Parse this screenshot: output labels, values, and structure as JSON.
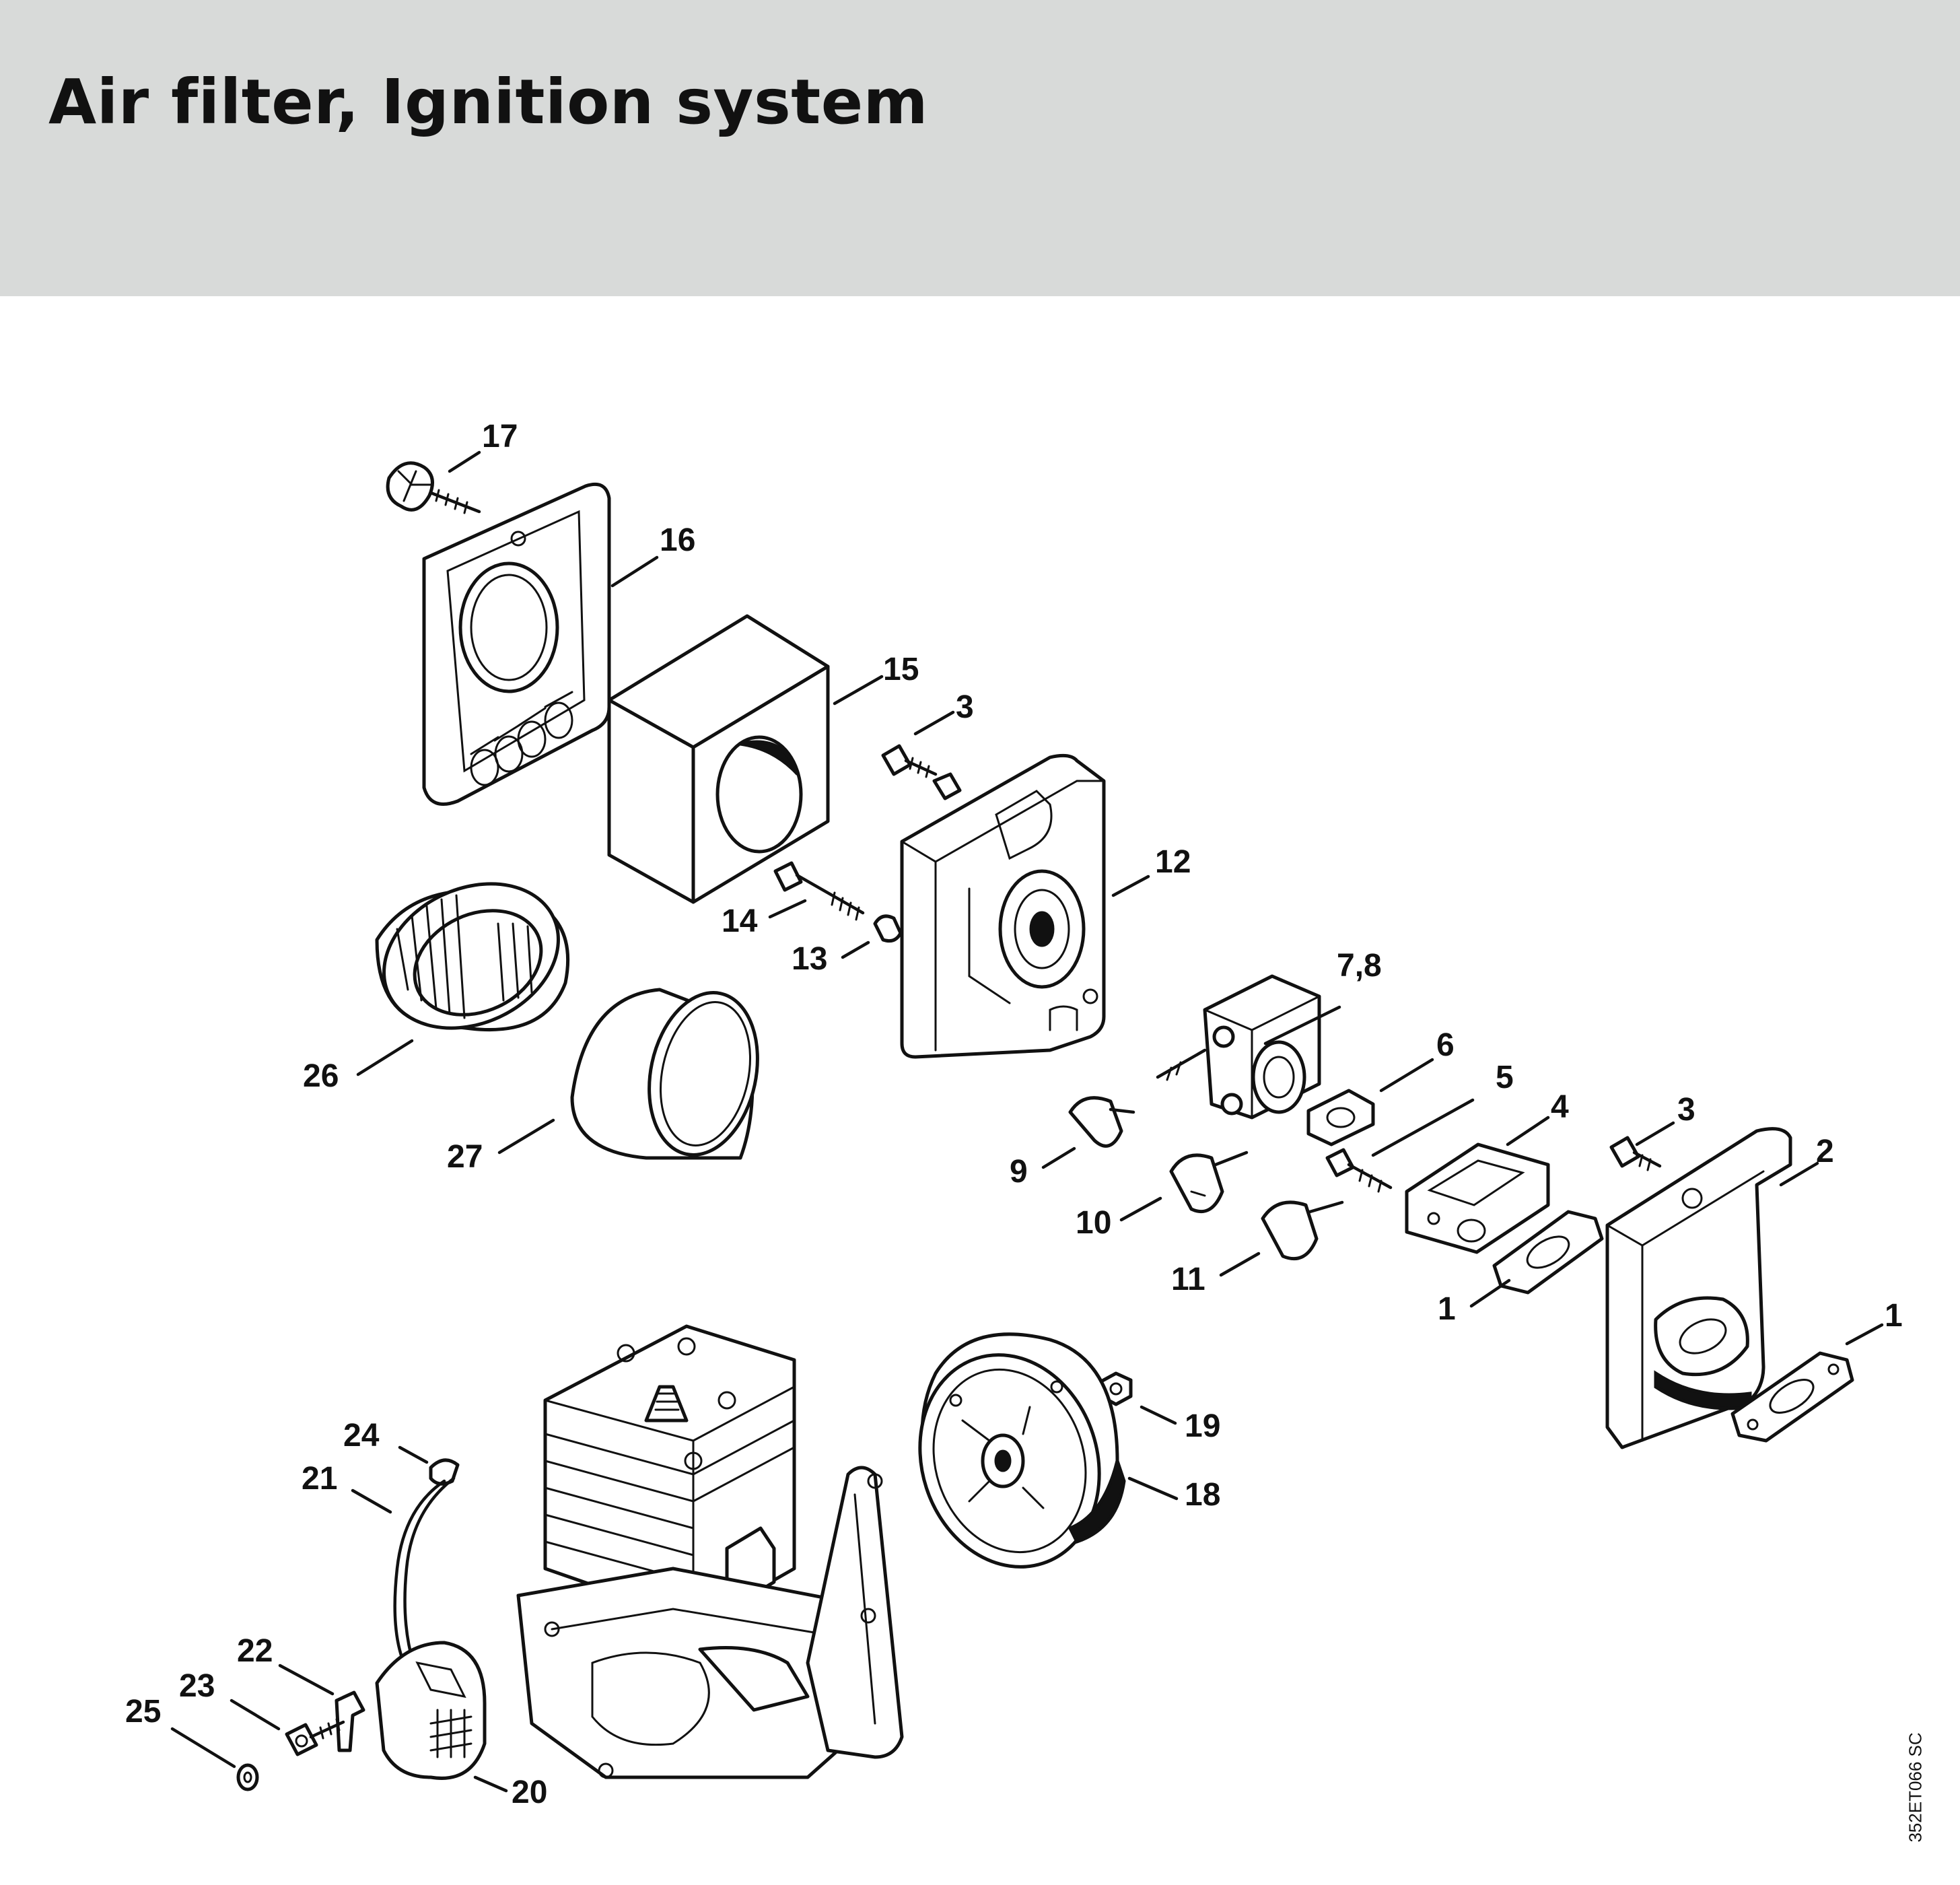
{
  "header": {
    "title": "Air filter, Ignition system",
    "background_color": "#d8dad9"
  },
  "drawing_code": "352ET066 SC",
  "part_labels": {
    "p1a": "1",
    "p1b": "1",
    "p2": "2",
    "p3a": "3",
    "p3b": "3",
    "p4": "4",
    "p5": "5",
    "p6": "6",
    "p78": "7,8",
    "p9": "9",
    "p10": "10",
    "p11": "11",
    "p12": "12",
    "p13": "13",
    "p14": "14",
    "p15": "15",
    "p16": "16",
    "p17": "17",
    "p18": "18",
    "p19": "19",
    "p20": "20",
    "p21": "21",
    "p22": "22",
    "p23": "23",
    "p24": "24",
    "p25": "25",
    "p26": "26",
    "p27": "27"
  }
}
